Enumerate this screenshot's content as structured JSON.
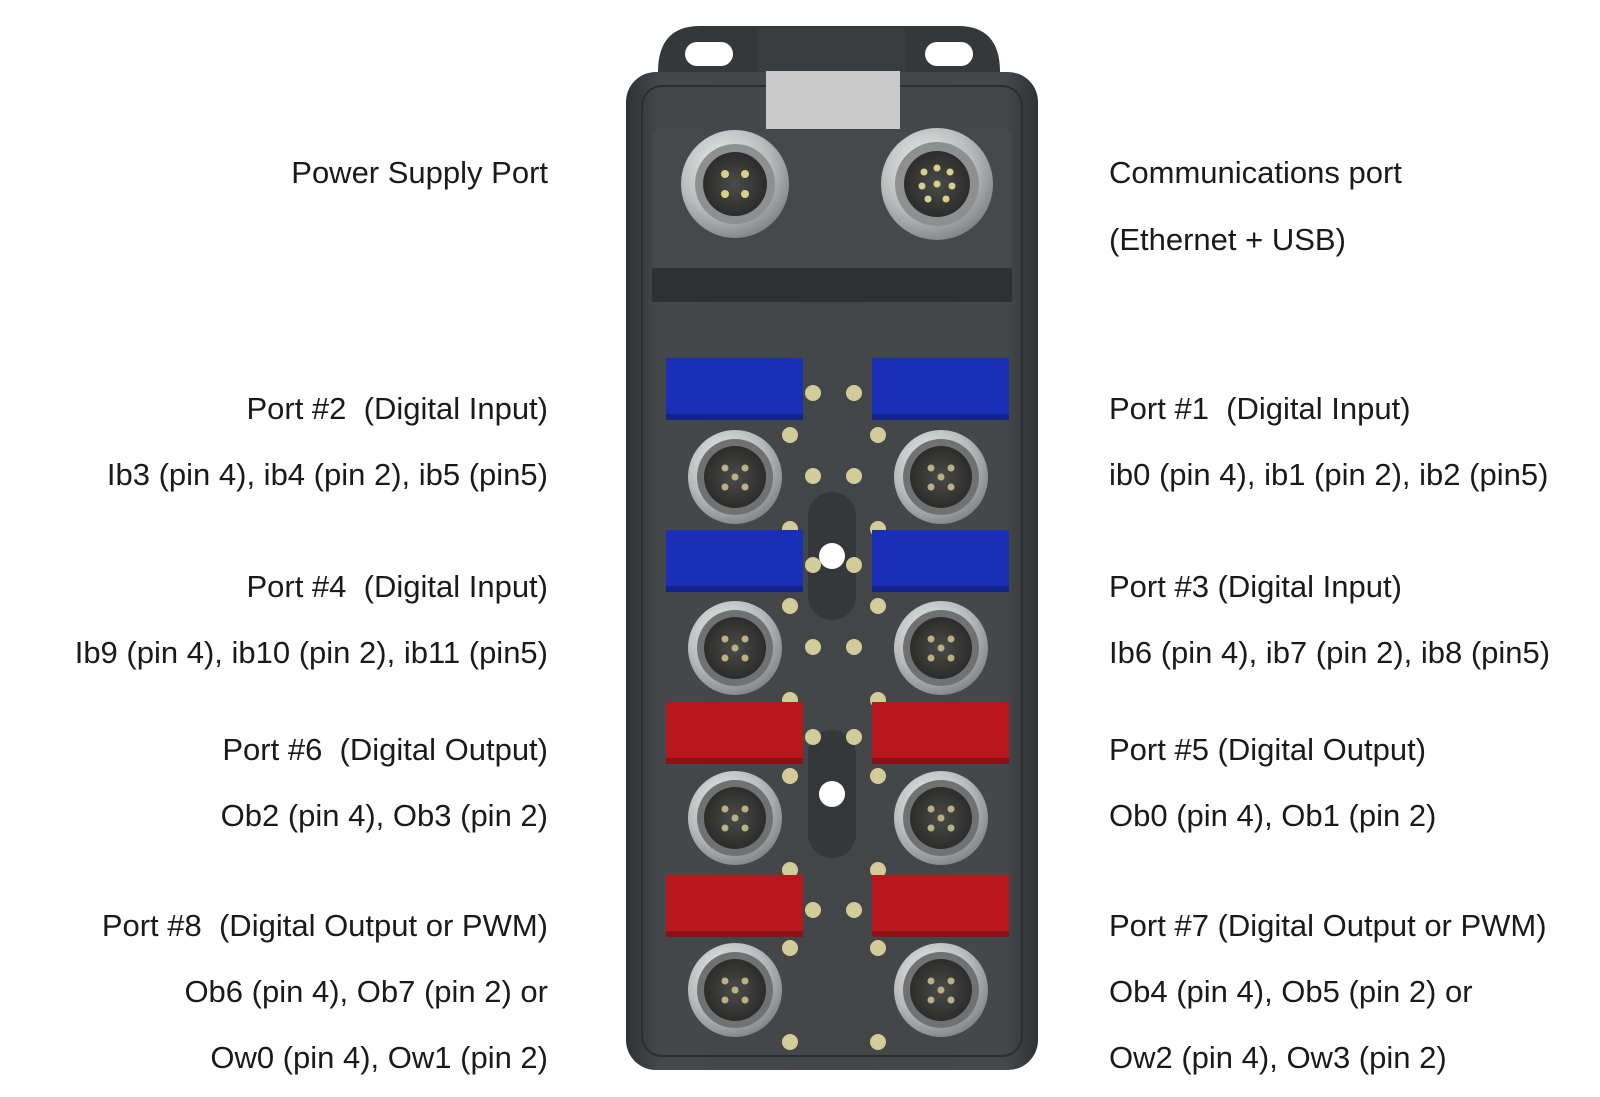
{
  "labels": {
    "power_supply_port": "Power Supply Port",
    "communications_port": "Communications port",
    "communications_port_detail": "(Ethernet + USB)",
    "port2_title": "Port #2  (Digital Input)",
    "port2_pins": "Ib3 (pin 4), ib4 (pin 2), ib5 (pin5)",
    "port1_title": "Port #1  (Digital Input)",
    "port1_pins": "ib0 (pin 4), ib1 (pin 2), ib2 (pin5)",
    "port4_title": "Port #4  (Digital Input)",
    "port4_pins": "Ib9 (pin 4), ib10 (pin 2), ib11 (pin5)",
    "port3_title": "Port #3 (Digital Input)",
    "port3_pins": "Ib6 (pin 4), ib7 (pin 2), ib8 (pin5)",
    "port6_title": "Port #6  (Digital Output)",
    "port6_pins": "Ob2 (pin 4), Ob3 (pin 2)",
    "port5_title": "Port #5 (Digital Output)",
    "port5_pins": "Ob0 (pin 4), Ob1 (pin 2)",
    "port8_title": "Port #8  (Digital Output or PWM)",
    "port8_pins_line1": "Ob6 (pin 4), Ob7 (pin 2) or",
    "port8_pins_line2": "Ow0 (pin 4), Ow1 (pin 2)",
    "port7_title": "Port #7 (Digital Output or PWM)",
    "port7_pins_line1": "Ob4 (pin 4), Ob5 (pin 2) or",
    "port7_pins_line2": "Ow2 (pin 4), Ow3 (pin 2)"
  },
  "colors": {
    "housing": "#3f4244",
    "housing_edge": "#2b2d2f",
    "input_label_tab": "#1a2fb8",
    "output_label_tab": "#b8171c",
    "led": "#d2cc9a",
    "connector_metal": "#bfc1c2"
  }
}
